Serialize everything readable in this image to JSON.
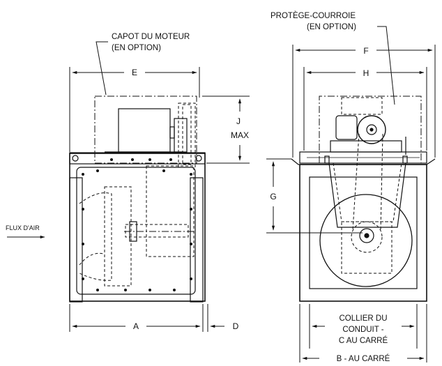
{
  "labels": {
    "motor_cover_line1": "CAPOT DU MOTEUR",
    "motor_cover_line2": "(EN OPTION)",
    "belt_guard_line1": "PROTÈGE-COURROIE",
    "belt_guard_line2": "(EN OPTION)",
    "airflow": "FLUX D'AIR",
    "collar_line1": "COLLIER DU",
    "collar_line2": "CONDUIT -",
    "collar_line3": "C AU CARRÉ",
    "b_square": "B - AU CARRÉ"
  },
  "dimensions": {
    "a": "A",
    "d": "D",
    "e": "E",
    "f": "F",
    "h": "H",
    "g": "G",
    "j": "J",
    "max": "MAX"
  }
}
